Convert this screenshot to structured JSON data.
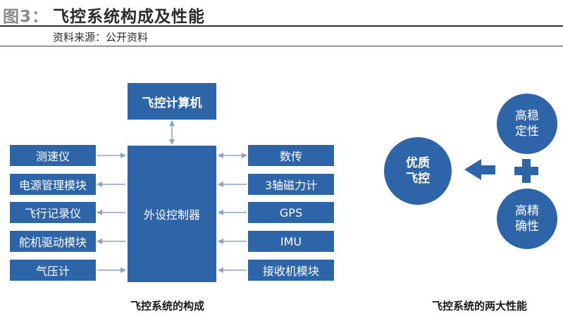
{
  "header": {
    "figure_label": "图3：",
    "figure_title": "飞控系统构成及性能",
    "source": "资料来源：公开资料"
  },
  "left_diagram": {
    "computer": "飞控计算机",
    "controller": "外设控制器",
    "left_modules": [
      "测速仪",
      "电源管理模块",
      "飞行记录仪",
      "舵机驱动模块",
      "气压计"
    ],
    "right_modules": [
      "数传",
      "3轴磁力计",
      "GPS",
      "IMU",
      "接收机模块"
    ],
    "caption": "飞控系统的构成"
  },
  "right_diagram": {
    "main_lines": [
      "优质",
      "飞控"
    ],
    "top_lines": [
      "高稳",
      "定性"
    ],
    "bottom_lines": [
      "高精",
      "确性"
    ],
    "caption": "飞控系统的两大性能"
  },
  "colors": {
    "box_blue": "#2e64a8",
    "arrow_gray": "#8aa4c8"
  }
}
